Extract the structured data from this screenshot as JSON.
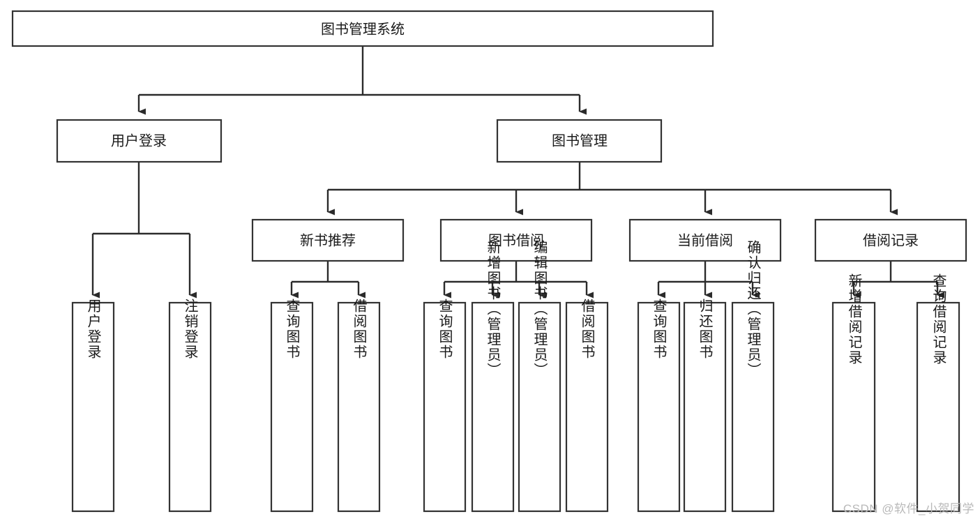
{
  "diagram": {
    "title": "图书管理系统",
    "type": "tree-hierarchy",
    "orientation": "top-down",
    "colors": {
      "background": "#ffffff",
      "box_fill": "#ffffff",
      "box_stroke": "#333333",
      "edge": "#2b2b2b",
      "text": "#1a1a1a",
      "watermark": "#b9b9b9"
    },
    "root": {
      "label": "图书管理系统"
    },
    "level2": [
      {
        "key": "user_login",
        "label": "用户登录"
      },
      {
        "key": "book_manage",
        "label": "图书管理"
      }
    ],
    "level3": [
      {
        "key": "new_book_rec",
        "label": "新书推荐",
        "parent": "book_manage"
      },
      {
        "key": "book_borrow",
        "label": "图书借阅",
        "parent": "book_manage"
      },
      {
        "key": "current_borrow",
        "label": "当前借阅",
        "parent": "book_manage"
      },
      {
        "key": "borrow_record",
        "label": "借阅记录",
        "parent": "book_manage"
      }
    ],
    "leaves": {
      "user_login": [
        {
          "label": "用户登录"
        },
        {
          "label": "注销登录"
        }
      ],
      "new_book_rec": [
        {
          "label": "查询图书"
        },
        {
          "label": "借阅图书"
        }
      ],
      "book_borrow": [
        {
          "label": "查询图书"
        },
        {
          "label": "新增图书（管理员）"
        },
        {
          "label": "编辑图书（管理员）"
        },
        {
          "label": "借阅图书"
        }
      ],
      "current_borrow": [
        {
          "label": "查询图书"
        },
        {
          "label": "归还图书"
        },
        {
          "label": "确认归还（管理员）"
        }
      ],
      "borrow_record": [
        {
          "label": "新增借阅记录"
        },
        {
          "label": "查询借阅记录"
        }
      ]
    }
  },
  "watermark": {
    "text": "CSDN @软件_小贺同学"
  }
}
